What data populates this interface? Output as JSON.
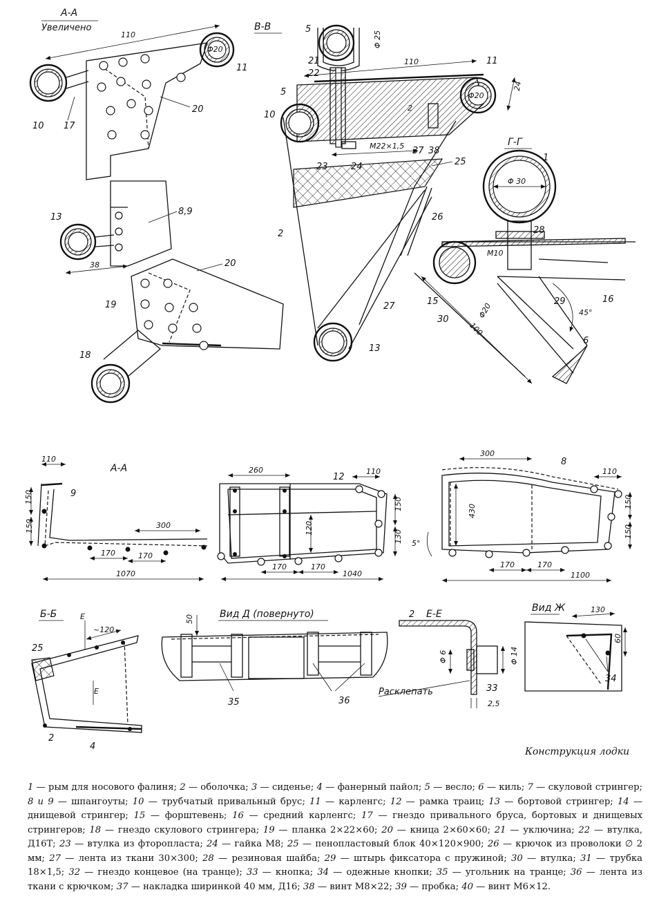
{
  "caption": "Конструкция лодки",
  "views": {
    "aa_top": {
      "title": "А-А",
      "subtitle": "Увеличено"
    },
    "bb_top": {
      "title": "В-В"
    },
    "gg": {
      "title": "Г-Г"
    },
    "aa_bottom": {
      "title": "А-А"
    },
    "bb": {
      "title": "Б-Б"
    },
    "vid_d": {
      "title": "Вид Д (повернуто)"
    },
    "ee": {
      "title": "Е-Е"
    },
    "vid_zh": {
      "title": "Вид Ж"
    }
  },
  "dimensions": {
    "aa_top": {
      "d110": "110",
      "dia20": "Φ20",
      "d38": "38"
    },
    "bb_top": {
      "dia25": "Φ 25",
      "d110": "110",
      "dia20": "Φ20",
      "d24": "24",
      "m22": "М22×1,5",
      "d2": "2"
    },
    "gg": {
      "dia30": "Φ 30",
      "m10": "М10",
      "dia20": "Φ20",
      "d100": "100",
      "angle": "45°"
    },
    "aa_bottom": {
      "d110": "110",
      "d150a": "150",
      "d150b": "150",
      "d300": "300",
      "d170a": "170",
      "d170b": "170",
      "d1070": "1070"
    },
    "frame12": {
      "d260": "260",
      "d110": "110",
      "d150": "150",
      "d120": "120",
      "d130": "130",
      "d170a": "170",
      "d170b": "170",
      "d1040": "1040"
    },
    "frame8": {
      "d300": "300",
      "d110": "110",
      "d430": "430",
      "d150a": "150",
      "d150b": "150",
      "angle": "5°",
      "d170a": "170",
      "d170b": "170",
      "d1100": "1100"
    },
    "bb": {
      "e1": "Е",
      "e2": "Е",
      "d120": "~120"
    },
    "vid_d": {
      "d50": "50"
    },
    "ee": {
      "dia6": "Φ 6",
      "dia14": "Φ 14",
      "d25": "2,5",
      "rivet_note": "Расклепать"
    },
    "vid_zh": {
      "d130": "130",
      "d60": "60"
    }
  },
  "callouts": {
    "aa_top": [
      "10",
      "17",
      "20",
      "11",
      "13",
      "8,9",
      "20",
      "19",
      "18"
    ],
    "bb_top": [
      "5",
      "21",
      "22",
      "5",
      "10",
      "11",
      "23",
      "24",
      "37",
      "38",
      "25",
      "26",
      "2",
      "27",
      "13"
    ],
    "gg": [
      "1",
      "28",
      "15",
      "29",
      "16",
      "30",
      "6"
    ],
    "aa_bottom": [
      "9"
    ],
    "frame12": [
      "12"
    ],
    "frame8": [
      "8"
    ],
    "bb": [
      "25",
      "2",
      "4"
    ],
    "vid_d": [
      "35",
      "36"
    ],
    "ee": [
      "2",
      "33"
    ],
    "vid_zh": [
      "34"
    ]
  },
  "legend": [
    {
      "n": "1",
      "t": "рым для носового фалиня;"
    },
    {
      "n": "2",
      "t": "оболочка;"
    },
    {
      "n": "3",
      "t": "сиденье;"
    },
    {
      "n": "4",
      "t": "фанерный пайол;"
    },
    {
      "n": "5",
      "t": "весло;"
    },
    {
      "n": "6",
      "t": "киль;"
    },
    {
      "n": "7",
      "t": "скуловой стрингер;"
    },
    {
      "n": "8 и 9",
      "t": "шпангоуты;"
    },
    {
      "n": "10",
      "t": "трубчатый привальный брус;"
    },
    {
      "n": "11",
      "t": "карленгс;"
    },
    {
      "n": "12",
      "t": "рамка траиц;"
    },
    {
      "n": "13",
      "t": "бортовой стрингер;"
    },
    {
      "n": "14",
      "t": "днищевой стрингер;"
    },
    {
      "n": "15",
      "t": "форштевень;"
    },
    {
      "n": "16",
      "t": "средний карленгс;"
    },
    {
      "n": "17",
      "t": "гнездо привального бруса, бортовых и днищевых стрингеров;"
    },
    {
      "n": "18",
      "t": "гнездо скулового стрингера;"
    },
    {
      "n": "19",
      "t": "планка 2×22×60;"
    },
    {
      "n": "20",
      "t": "кница 2×60×60;"
    },
    {
      "n": "21",
      "t": "уключина;"
    },
    {
      "n": "22",
      "t": "втулка, Д16Т;"
    },
    {
      "n": "23",
      "t": "втулка из фторопласта;"
    },
    {
      "n": "24",
      "t": "гайка М8;"
    },
    {
      "n": "25",
      "t": "пенопластовый блок 40×120×900;"
    },
    {
      "n": "26",
      "t": "крючок из проволоки ∅ 2 мм;"
    },
    {
      "n": "27",
      "t": "лента из ткани 30×300;"
    },
    {
      "n": "28",
      "t": "резиновая шайба;"
    },
    {
      "n": "29",
      "t": "штырь фиксатора с пружиной;"
    },
    {
      "n": "30",
      "t": "втулка;"
    },
    {
      "n": "31",
      "t": "трубка 18×1,5;"
    },
    {
      "n": "32",
      "t": "гнездо концевое (на транце);"
    },
    {
      "n": "33",
      "t": "кнопка;"
    },
    {
      "n": "34",
      "t": "одежные кнопки;"
    },
    {
      "n": "35",
      "t": "угольник на транце;"
    },
    {
      "n": "36",
      "t": "лента из ткани с крючком;"
    },
    {
      "n": "37",
      "t": "накладка ширинкой 40 мм, Д16;"
    },
    {
      "n": "38",
      "t": "винт М8×22;"
    },
    {
      "n": "39",
      "t": "пробка;"
    },
    {
      "n": "40",
      "t": "винт М6×12."
    }
  ]
}
